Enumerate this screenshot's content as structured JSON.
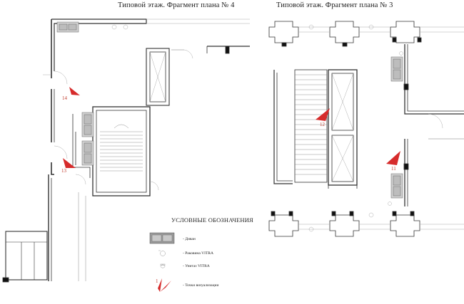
{
  "titles": {
    "left": "Типовой этаж. Фрагмент плана № 4",
    "right": "Типовой этаж. Фрагмент плана № 3"
  },
  "viewpoints": [
    {
      "number": "14"
    },
    {
      "number": "13"
    },
    {
      "number": "12"
    },
    {
      "number": "11"
    }
  ],
  "legend": {
    "title": "УСЛОВНЫЕ ОБОЗНАЧЕНИЯ",
    "items": [
      {
        "label": "- Диван",
        "icon": "sofa-icon"
      },
      {
        "label": "- Раковина VITRA",
        "icon": "sink-icon"
      },
      {
        "label": "- Унитаз VITRA",
        "icon": "toilet-icon"
      },
      {
        "label": "- Точки визуализации",
        "icon": "viewpoint-marker-icon",
        "number": "1"
      }
    ]
  },
  "colors": {
    "wall": "#333333",
    "viewpoint": "#d62b2b",
    "sofa": "#9a9a9a",
    "fixture": "#aaaaaa"
  }
}
